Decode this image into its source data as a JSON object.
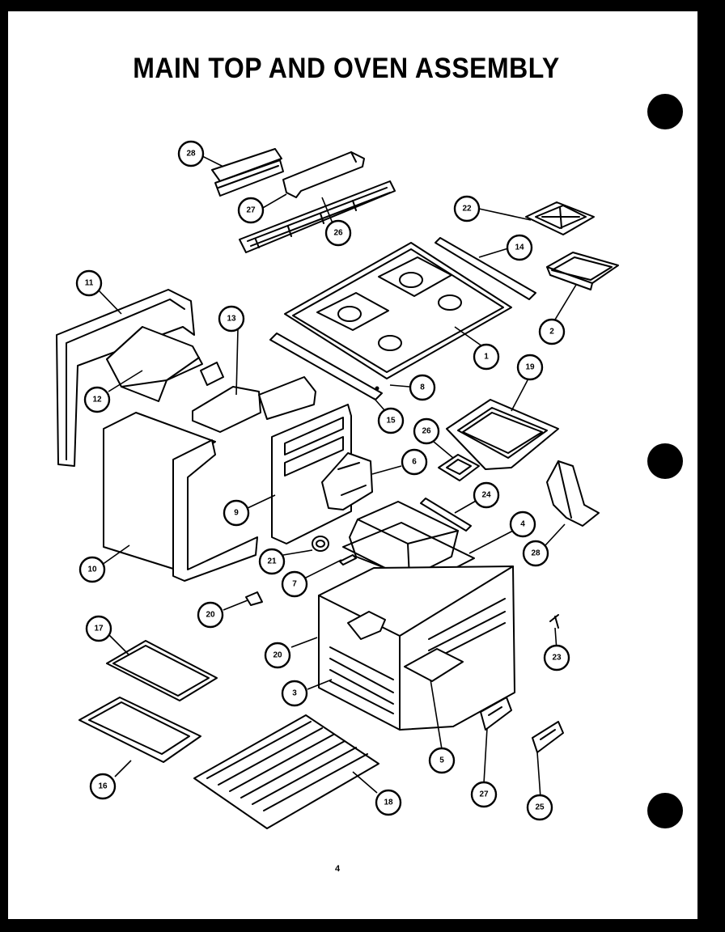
{
  "title": "MAIN TOP AND OVEN ASSEMBLY",
  "page_number": "4",
  "callouts": [
    "28",
    "27",
    "26",
    "22",
    "14",
    "11",
    "13",
    "2",
    "1",
    "12",
    "19",
    "8",
    "15",
    "26",
    "6",
    "24",
    "9",
    "4",
    "28",
    "21",
    "7",
    "10",
    "20",
    "20",
    "23",
    "17",
    "3",
    "5",
    "27",
    "16",
    "18",
    "25"
  ]
}
